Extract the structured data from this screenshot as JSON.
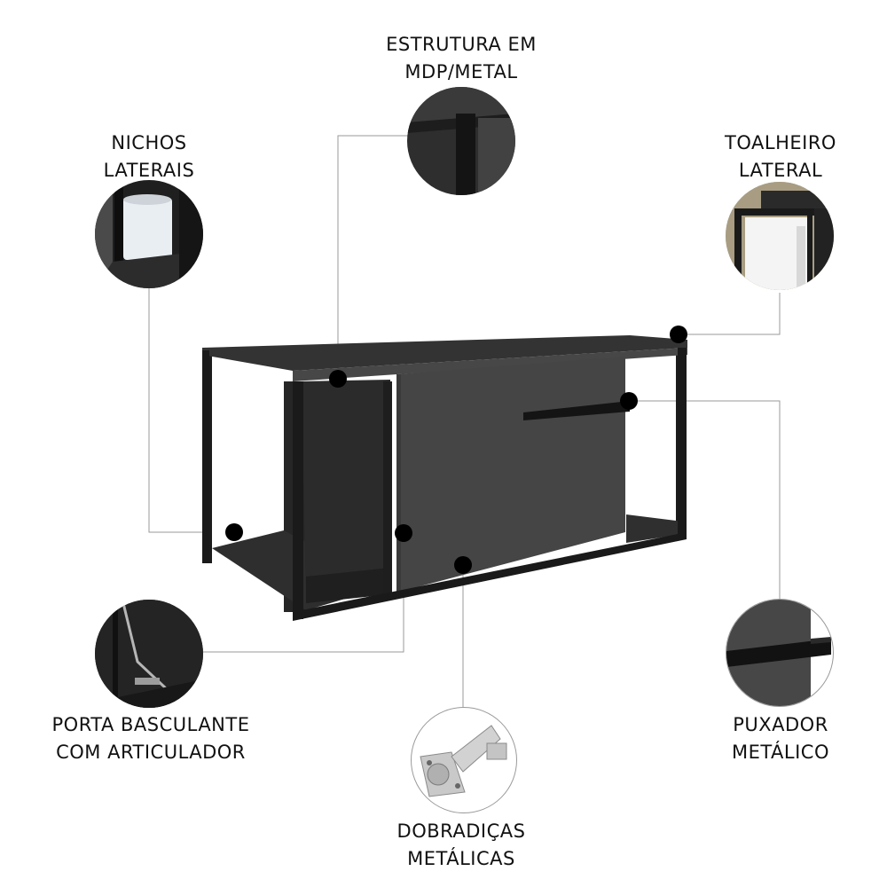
{
  "diagram": {
    "subject": "wall-mounted bathroom cabinet, dark gray with black metal frame",
    "colors": {
      "background": "#ffffff",
      "cabinet_body": "#3d3d3d",
      "cabinet_top": "#323232",
      "frame": "#1a1a1a",
      "leader_line": "#9a9a9a",
      "dot": "#000000",
      "text": "#111111"
    },
    "callouts": [
      {
        "id": "estrutura",
        "line1": "ESTRUTURA EM",
        "line2": "MDP/METAL"
      },
      {
        "id": "nichos",
        "line1": "NICHOS",
        "line2": "LATERAIS"
      },
      {
        "id": "toalheiro",
        "line1": "TOALHEIRO",
        "line2": "LATERAL"
      },
      {
        "id": "porta",
        "line1": "PORTA BASCULANTE",
        "line2": "COM ARTICULADOR"
      },
      {
        "id": "dobradicas",
        "line1": "DOBRADIÇAS",
        "line2": "METÁLICAS"
      },
      {
        "id": "puxador",
        "line1": "PUXADOR",
        "line2": "METÁLICO"
      }
    ]
  }
}
